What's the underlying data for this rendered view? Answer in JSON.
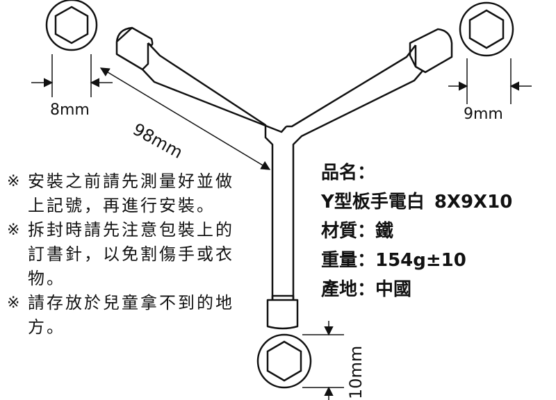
{
  "dimensions": {
    "socket_8": "8mm",
    "socket_9": "9mm",
    "socket_10": "10mm",
    "arm_length": "98mm"
  },
  "notes": [
    {
      "mark": "※",
      "text": "安裝之前請先測量好並做上記號，再進行安裝。"
    },
    {
      "mark": "※",
      "text": "拆封時請先注意包裝上的訂書針，以免割傷手或衣物。"
    },
    {
      "mark": "※",
      "text": "請存放於兒童拿不到的地方。"
    }
  ],
  "specs": {
    "name_label": "品名：",
    "name_value": "Y型板手電白",
    "model_code": "8X9X10",
    "material": "材質：鐵",
    "weight": "重量：154g±10",
    "origin": "產地：中國"
  },
  "colors": {
    "line": "#111111",
    "background": "#ffffff"
  }
}
